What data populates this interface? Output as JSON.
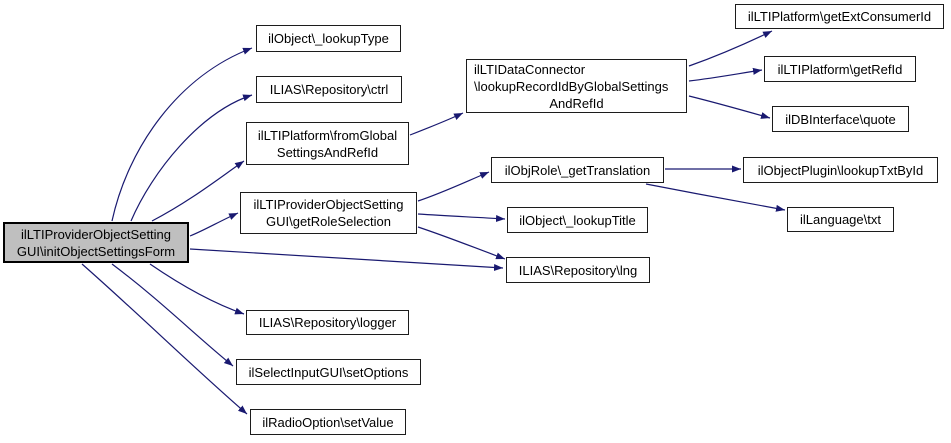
{
  "diagram": {
    "type": "call-graph",
    "colors": {
      "background": "#ffffff",
      "edge": "#191970",
      "node_fill": "#ffffff",
      "node_border": "#1c1c1c",
      "highlight_node_fill": "#bfbfbf",
      "highlight_node_border": "#000000",
      "text": "#000000"
    },
    "nodes": [
      {
        "id": "initObjectSettingsForm",
        "highlighted": true,
        "lines": [
          "ilLTIProviderObjectSetting",
          "GUI\\initObjectSettingsForm"
        ]
      },
      {
        "id": "lookupType",
        "highlighted": false,
        "lines": [
          "ilObject\\_lookupType"
        ]
      },
      {
        "id": "ctrl",
        "highlighted": false,
        "lines": [
          "ILIAS\\Repository\\ctrl"
        ]
      },
      {
        "id": "fromGlobalSettingsAndRefId",
        "highlighted": false,
        "lines": [
          "ilLTIPlatform\\fromGlobal",
          "SettingsAndRefId"
        ]
      },
      {
        "id": "getRoleSelection",
        "highlighted": false,
        "lines": [
          "ilLTIProviderObjectSetting",
          "GUI\\getRoleSelection"
        ]
      },
      {
        "id": "logger",
        "highlighted": false,
        "lines": [
          "ILIAS\\Repository\\logger"
        ]
      },
      {
        "id": "setOptions",
        "highlighted": false,
        "lines": [
          "ilSelectInputGUI\\setOptions"
        ]
      },
      {
        "id": "setValue",
        "highlighted": false,
        "lines": [
          "ilRadioOption\\setValue"
        ]
      },
      {
        "id": "lookupRecordIdByGlobalSettingsAndRefId",
        "highlighted": false,
        "lines": [
          "ilLTIDataConnector",
          "\\lookupRecordIdByGlobalSettings",
          "AndRefId"
        ]
      },
      {
        "id": "getTranslation",
        "highlighted": false,
        "lines": [
          "ilObjRole\\_getTranslation"
        ]
      },
      {
        "id": "lookupTitle",
        "highlighted": false,
        "lines": [
          "ilObject\\_lookupTitle"
        ]
      },
      {
        "id": "lng",
        "highlighted": false,
        "lines": [
          "ILIAS\\Repository\\lng"
        ]
      },
      {
        "id": "getExtConsumerId",
        "highlighted": false,
        "lines": [
          "ilLTIPlatform\\getExtConsumerId"
        ]
      },
      {
        "id": "getRefId",
        "highlighted": false,
        "lines": [
          "ilLTIPlatform\\getRefId"
        ]
      },
      {
        "id": "quote",
        "highlighted": false,
        "lines": [
          "ilDBInterface\\quote"
        ]
      },
      {
        "id": "lookupTxtById",
        "highlighted": false,
        "lines": [
          "ilObjectPlugin\\lookupTxtById"
        ]
      },
      {
        "id": "txt",
        "highlighted": false,
        "lines": [
          "ilLanguage\\txt"
        ]
      }
    ],
    "edges": [
      {
        "from": "initObjectSettingsForm",
        "to": "lookupType"
      },
      {
        "from": "initObjectSettingsForm",
        "to": "ctrl"
      },
      {
        "from": "initObjectSettingsForm",
        "to": "fromGlobalSettingsAndRefId"
      },
      {
        "from": "initObjectSettingsForm",
        "to": "getRoleSelection"
      },
      {
        "from": "initObjectSettingsForm",
        "to": "lng"
      },
      {
        "from": "initObjectSettingsForm",
        "to": "logger"
      },
      {
        "from": "initObjectSettingsForm",
        "to": "setOptions"
      },
      {
        "from": "initObjectSettingsForm",
        "to": "setValue"
      },
      {
        "from": "fromGlobalSettingsAndRefId",
        "to": "lookupRecordIdByGlobalSettingsAndRefId"
      },
      {
        "from": "lookupRecordIdByGlobalSettingsAndRefId",
        "to": "getExtConsumerId"
      },
      {
        "from": "lookupRecordIdByGlobalSettingsAndRefId",
        "to": "getRefId"
      },
      {
        "from": "lookupRecordIdByGlobalSettingsAndRefId",
        "to": "quote"
      },
      {
        "from": "getRoleSelection",
        "to": "getTranslation"
      },
      {
        "from": "getRoleSelection",
        "to": "lookupTitle"
      },
      {
        "from": "getRoleSelection",
        "to": "lng"
      },
      {
        "from": "getTranslation",
        "to": "lookupTxtById"
      },
      {
        "from": "getTranslation",
        "to": "txt"
      }
    ]
  }
}
